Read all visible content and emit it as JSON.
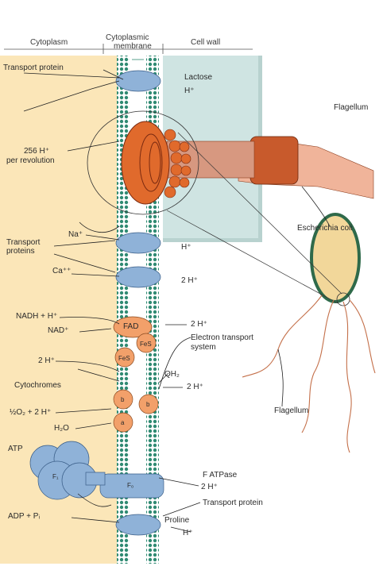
{
  "headers": {
    "cytoplasm": "Cytoplasm",
    "membrane_line1": "Cytoplasmic",
    "membrane_line2": "membrane",
    "cell_wall": "Cell wall"
  },
  "labels": {
    "transport_protein_top": "Transport protein",
    "lactose": "Lactose",
    "h_plus_lactose": "H⁺",
    "flagellum_top": "Flagellum",
    "rotation_line1": "256 H⁺",
    "rotation_line2": "per revolution",
    "escherichia": "Escherichia coli",
    "transport_proteins_line1": "Transport",
    "transport_proteins_line2": "proteins",
    "na": "Na⁺",
    "h_plus_na": "H⁺",
    "ca": "Ca⁺⁺",
    "two_h_ca": "2 H⁺",
    "nadh": "NADH + H⁺",
    "nad": "NAD⁺",
    "fad": "FAD",
    "fes_upper": "FeS",
    "fes_lower": "FeS",
    "two_h_fad": "2 H⁺",
    "ets_line1": "Electron transport",
    "ets_line2": "system",
    "two_h_left": "2 H⁺",
    "qh2": "QH₂",
    "cytochromes": "Cytochromes",
    "cyt_b_left": "b",
    "cyt_b_right": "b",
    "cyt_a": "a",
    "two_h_cyt": "2 H⁺",
    "o2": "½O₂ + 2 H⁺",
    "h2o": "H₂O",
    "flagellum_bottom": "Flagellum",
    "atp": "ATP",
    "f1": "F₁",
    "f0": "F₀",
    "atpase": "F ATPase",
    "two_h_atp": "2 H⁺",
    "adp": "ADP + Pᵢ",
    "transport_protein_bottom": "Transport protein",
    "proline": "Proline",
    "h_plus_proline": "H⁺"
  },
  "colors": {
    "cytoplasm": "#fbe6b8",
    "cell_wall": "#cfe4e2",
    "membrane": "#2f8a72",
    "protein": "#8fb2d8",
    "motor": "#e06a2c",
    "flagellum": "#f0b49a",
    "enzyme": "#f2a06a",
    "cell_body": "#f2d79a"
  }
}
